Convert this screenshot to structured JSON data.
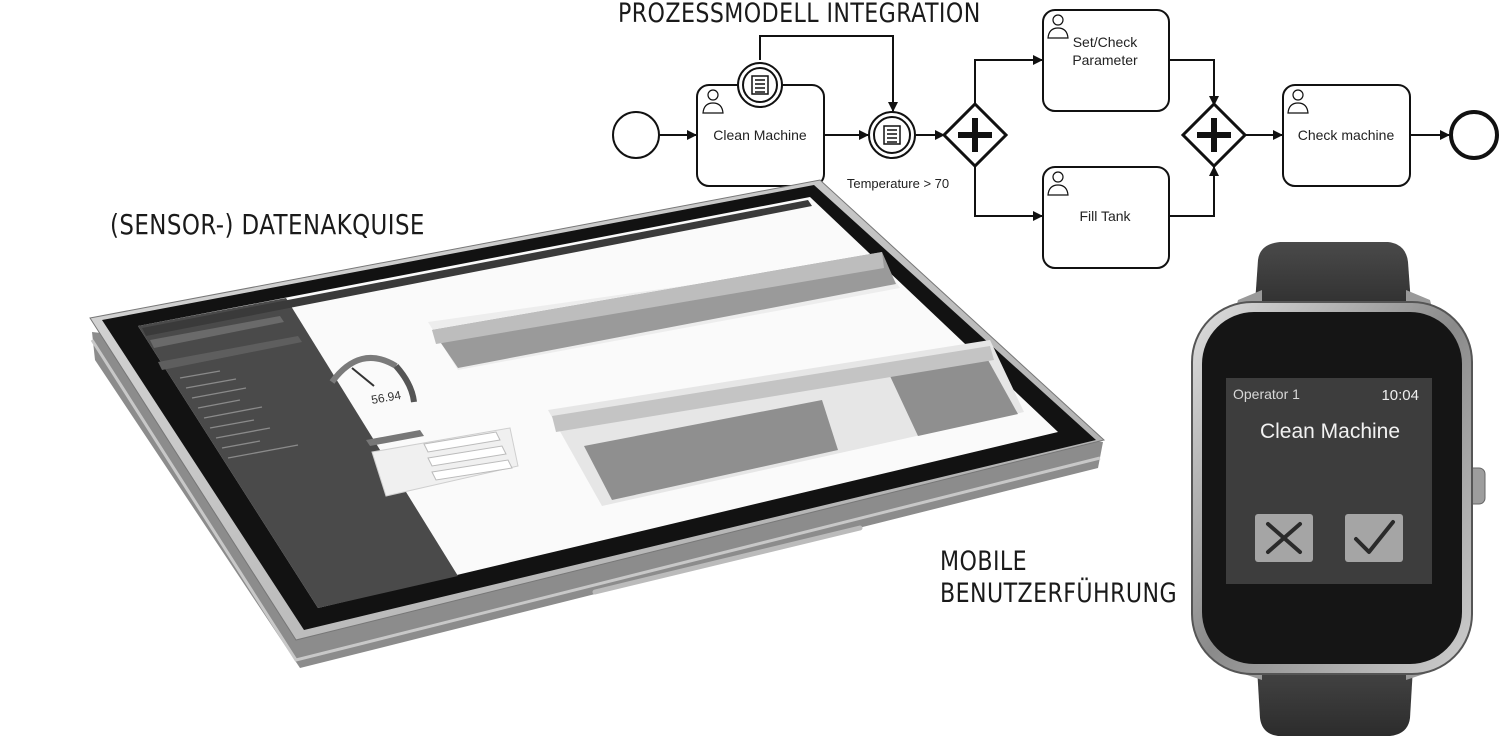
{
  "headings": {
    "process": "PROZESSMODELL INTEGRATION",
    "sensor": "(SENSOR-) DATENAKQUISE",
    "mobile_line1": "MOBILE",
    "mobile_line2": "BENUTZERFÜHRUNG"
  },
  "process": {
    "tasks": {
      "clean": "Clean Machine",
      "set_line1": "Set/Check",
      "set_line2": "Parameter",
      "fill": "Fill Tank",
      "check": "Check machine"
    },
    "condition": "Temperature > 70"
  },
  "dashboard": {
    "gauge_value": "56.94"
  },
  "watch": {
    "operator": "Operator 1",
    "time": "10:04",
    "task": "Clean Machine",
    "reject_icon": "x-icon",
    "confirm_icon": "check-icon"
  }
}
